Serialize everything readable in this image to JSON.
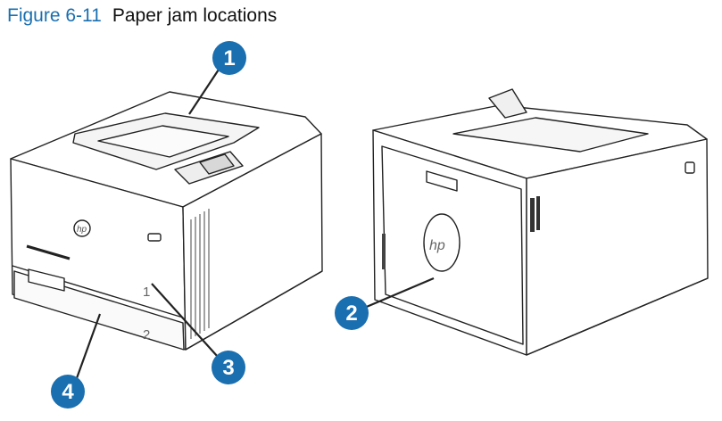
{
  "caption": {
    "figure_number": "Figure 6-11",
    "title": "Paper jam locations"
  },
  "front_printer": {
    "tray_labels": [
      "1",
      "2"
    ],
    "logo": "hp"
  },
  "rear_printer": {
    "logo": "hp"
  },
  "callouts": [
    {
      "number": "1",
      "meaning": ""
    },
    {
      "number": "2",
      "meaning": ""
    },
    {
      "number": "3",
      "meaning": ""
    },
    {
      "number": "4",
      "meaning": ""
    }
  ],
  "colors": {
    "figure_number": "#1a6fb0",
    "callout_fill": "#1a6fb0",
    "outline": "#222222"
  }
}
